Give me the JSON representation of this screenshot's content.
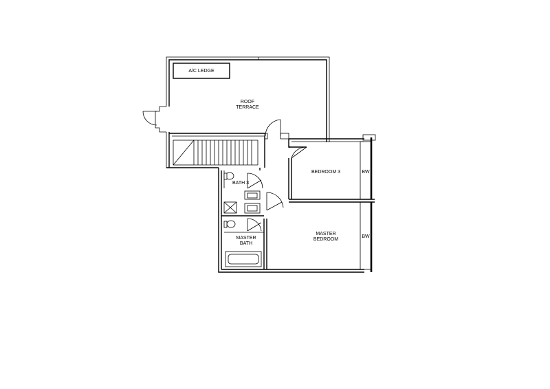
{
  "rooms": {
    "ac_ledge": "A/C LEDGE",
    "roof_terrace": [
      "ROOF",
      "TERRACE"
    ],
    "bath_3": "BATH 3",
    "bedroom_3": "BEDROOM 3",
    "bw_upper": "BW",
    "master_bedroom": [
      "MASTER",
      "BEDROOM"
    ],
    "bw_lower": "BW",
    "master_bath": [
      "MASTER",
      "BATH"
    ]
  }
}
